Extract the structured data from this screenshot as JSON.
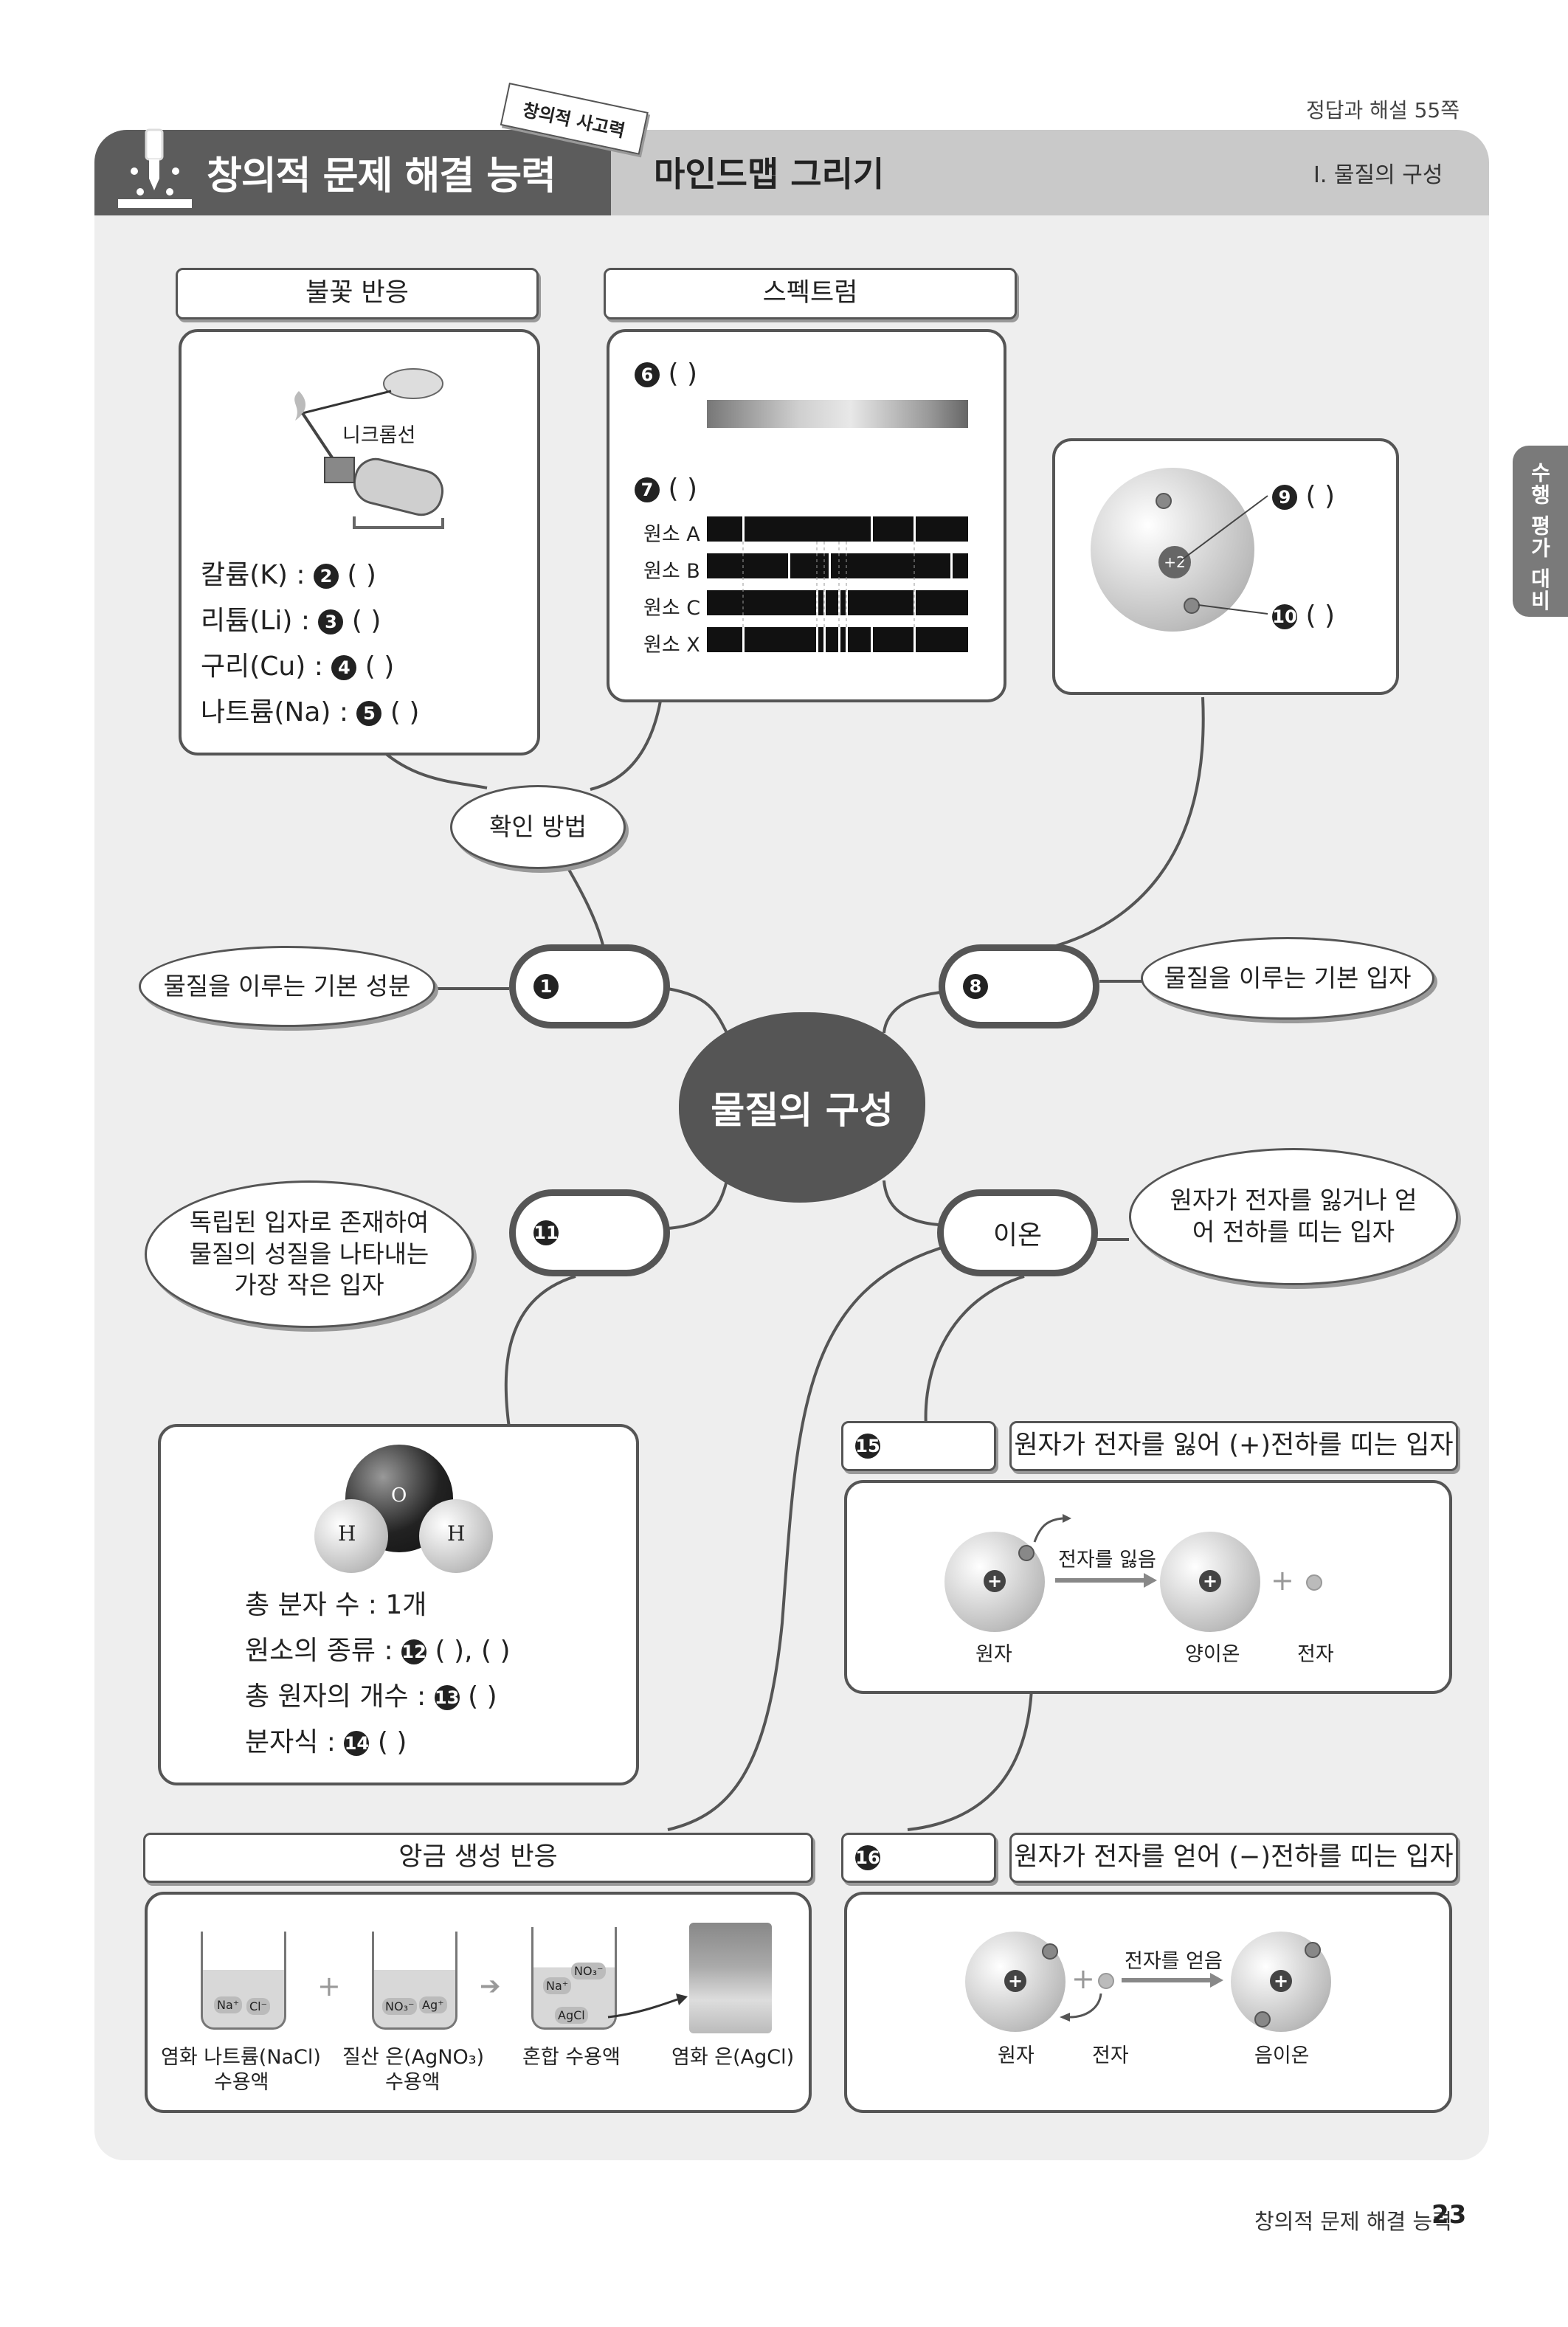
{
  "page": {
    "ref": "정답과 해설 55쪽",
    "tag": "창의적 사고력",
    "title": "창의적 문제 해결 능력",
    "subtitle": "마인드맵 그리기",
    "section": "Ⅰ. 물질의 구성",
    "side_tab": "수행 평가 대비",
    "footer_label": "창의적 문제 해결 능력",
    "footer_page": "23"
  },
  "center": "물질의 구성",
  "flame": {
    "title": "불꽃 반응",
    "wire_label": "니크롬선",
    "items": [
      {
        "label": "칼륨(K) :",
        "num": "2",
        "blank": "(        )"
      },
      {
        "label": "리튬(Li) :",
        "num": "3",
        "blank": "(        )"
      },
      {
        "label": "구리(Cu) :",
        "num": "4",
        "blank": "(        )"
      },
      {
        "label": "나트륨(Na) :",
        "num": "5",
        "blank": "(        )"
      }
    ]
  },
  "spectrum": {
    "title": "스펙트럼",
    "q6_num": "6",
    "q6_blank": "(                  )",
    "q7_num": "7",
    "q7_blank": "(                 )",
    "rows": [
      "원소 A",
      "원소 B",
      "원소 C",
      "원소 X"
    ]
  },
  "atom": {
    "nucleus": "+2",
    "q9_num": "9",
    "q9_blank": "(          )",
    "q10_num": "10",
    "q10_blank": "(          )"
  },
  "nodes": {
    "confirm_method": "확인 방법",
    "element_num": "1",
    "element_def": "물질을 이루는 기본 성분",
    "atom_num": "8",
    "atom_def": "물질을 이루는 기본 입자",
    "molecule_num": "11",
    "molecule_def": "독립된 입자로 존재하여 물질의 성질을 나타내는 가장 작은 입자",
    "ion": "이온",
    "ion_def": "원자가 전자를 잃거나 얻어 전하를 띠는 입자"
  },
  "water": {
    "o": "O",
    "h1": "H",
    "h2": "H",
    "lines": [
      {
        "text": "총 분자 수 : 1개"
      },
      {
        "text": "원소의 종류 :",
        "num": "12",
        "blank": "(       ), (       )"
      },
      {
        "text": "총 원자의 개수 :",
        "num": "13",
        "blank": "(      )"
      },
      {
        "text": "분자식 :",
        "num": "14",
        "blank": "(        )"
      }
    ]
  },
  "cation": {
    "num": "15",
    "def": "원자가 전자를 잃어 (+)전하를 띠는 입자",
    "arrow_label": "전자를 잃음",
    "atom": "원자",
    "ion": "양이온",
    "electron": "전자"
  },
  "anion": {
    "num": "16",
    "def": "원자가 전자를 얻어 (−)전하를 띠는 입자",
    "arrow_label": "전자를 얻음",
    "atom": "원자",
    "electron": "전자",
    "ion": "음이온"
  },
  "precipitate": {
    "title": "앙금 생성 반응",
    "b1_ions": [
      "Na⁺",
      "Cl⁻"
    ],
    "b2_ions": [
      "NO₃⁻",
      "Ag⁺"
    ],
    "b3_ions": [
      "NO₃⁻",
      "Na⁺",
      "AgCl"
    ],
    "label1a": "염화 나트륨(NaCl)",
    "label1b": "수용액",
    "label2a": "질산 은(AgNO₃)",
    "label2b": "수용액",
    "label3": "혼합 수용액",
    "label4": "염화 은(AgCl)"
  },
  "colors": {
    "dark": "#555555",
    "panel": "#eeeeee",
    "header": "#c9c9c9"
  }
}
